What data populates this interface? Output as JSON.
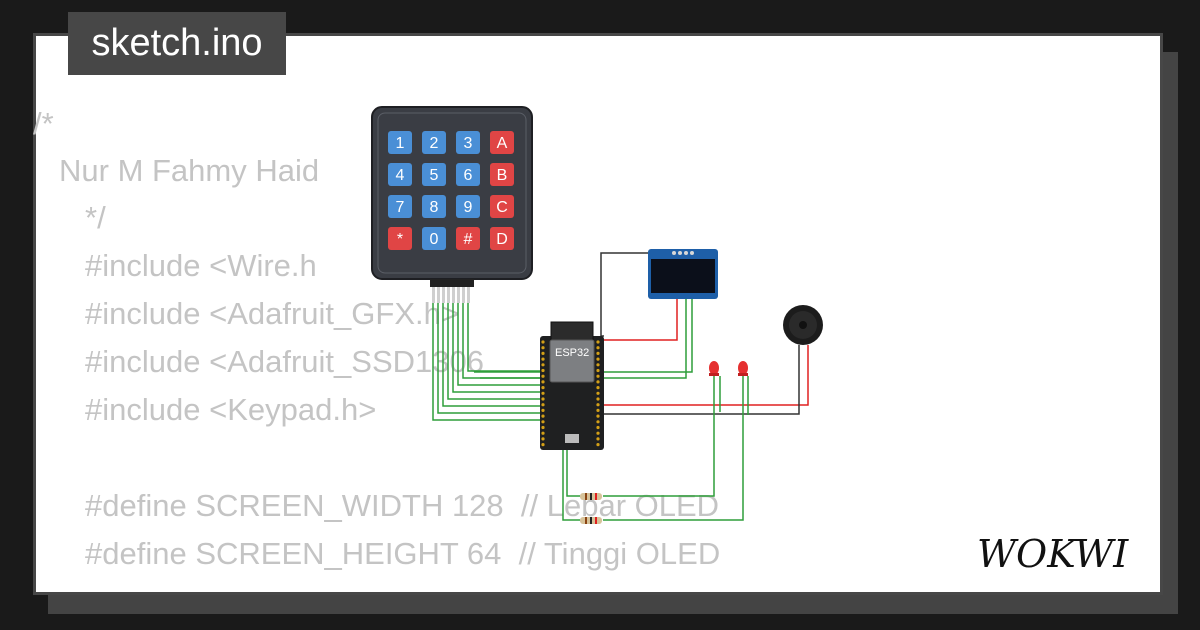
{
  "file": {
    "name": "sketch.ino"
  },
  "code_lines": [
    {
      "text": "/*",
      "indent": 0
    },
    {
      "text": "Nur M Fahmy Haid",
      "indent": 1
    },
    {
      "text": "*/",
      "indent": 2
    },
    {
      "text": "#include <Wire.h",
      "indent": 2
    },
    {
      "text": "#include <Adafruit_GFX.h>",
      "indent": 2
    },
    {
      "text": "#include <Adafruit_SSD1306",
      "indent": 2
    },
    {
      "text": "#include <Keypad.h>",
      "indent": 2
    },
    {
      "text": "",
      "indent": 0
    },
    {
      "text": "#define SCREEN_WIDTH 128  // Lebar OLED",
      "indent": 2
    },
    {
      "text": "#define SCREEN_HEIGHT 64  // Tinggi OLED",
      "indent": 2
    }
  ],
  "keypad": {
    "keys": [
      [
        "1",
        "2",
        "3",
        "A"
      ],
      [
        "4",
        "5",
        "6",
        "B"
      ],
      [
        "7",
        "8",
        "9",
        "C"
      ],
      [
        "*",
        "0",
        "#",
        "D"
      ]
    ]
  },
  "board": {
    "label": "ESP32"
  },
  "brand": {
    "name": "WOKWI"
  },
  "colors": {
    "wire_green": "#2e9e3a",
    "wire_red": "#e02020",
    "wire_black": "#333333",
    "key_blue": "#4a8fd6",
    "key_red": "#e04545"
  }
}
